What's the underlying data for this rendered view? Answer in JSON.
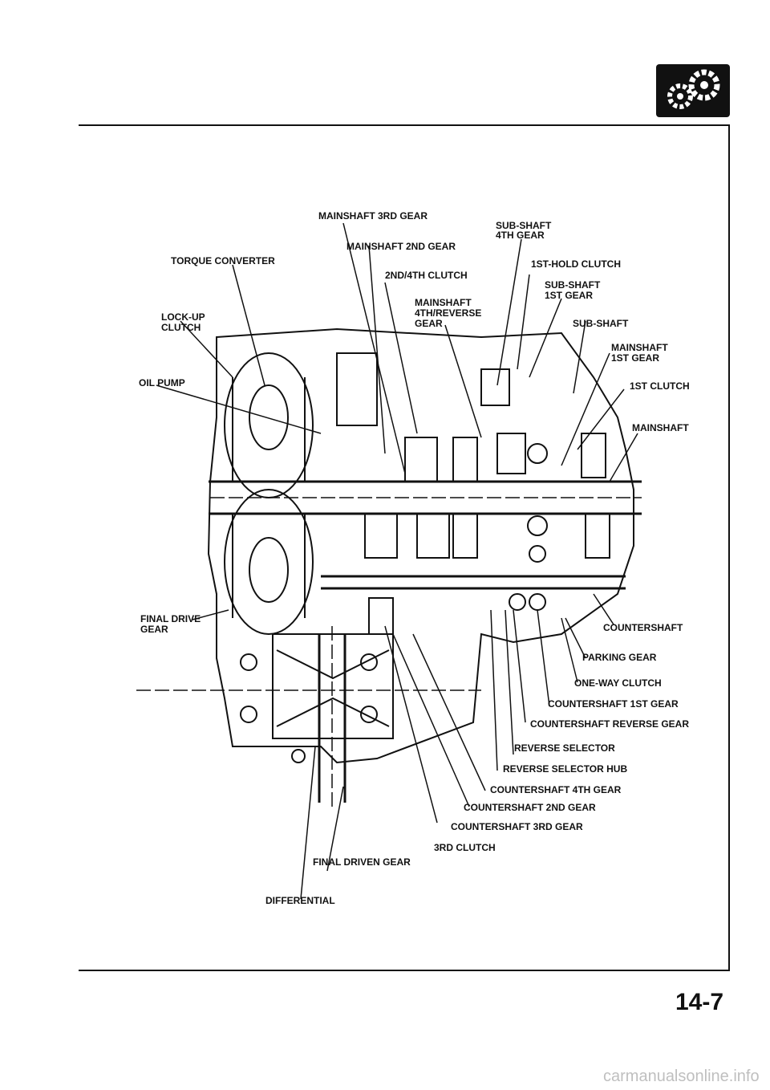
{
  "page_number": "14-7",
  "watermark": "carmanualsonline.info",
  "labels": {
    "mainshaft_3rd_gear": "MAINSHAFT 3RD GEAR",
    "sub_shaft_4th_gear_1": "SUB-SHAFT",
    "sub_shaft_4th_gear_2": "4TH GEAR",
    "mainshaft_2nd_gear": "MAINSHAFT 2ND GEAR",
    "torque_converter": "TORQUE CONVERTER",
    "clutch_2nd_4th": "2ND/4TH CLUTCH",
    "first_hold_clutch": "1ST-HOLD CLUTCH",
    "sub_shaft_1st_gear_1": "SUB-SHAFT",
    "sub_shaft_1st_gear_2": "1ST GEAR",
    "mainshaft_4th_rev_1": "MAINSHAFT",
    "mainshaft_4th_rev_2": "4TH/REVERSE",
    "mainshaft_4th_rev_3": "GEAR",
    "lock_up_clutch_1": "LOCK-UP",
    "lock_up_clutch_2": "CLUTCH",
    "sub_shaft": "SUB-SHAFT",
    "mainshaft_1st_gear_1": "MAINSHAFT",
    "mainshaft_1st_gear_2": "1ST GEAR",
    "oil_pump": "OIL PUMP",
    "first_clutch": "1ST CLUTCH",
    "mainshaft": "MAINSHAFT",
    "final_drive_gear_1": "FINAL DRIVE",
    "final_drive_gear_2": "GEAR",
    "countershaft": "COUNTERSHAFT",
    "parking_gear": "PARKING GEAR",
    "one_way_clutch": "ONE-WAY CLUTCH",
    "countershaft_1st_gear": "COUNTERSHAFT 1ST GEAR",
    "countershaft_reverse_gear": "COUNTERSHAFT REVERSE GEAR",
    "reverse_selector": "REVERSE SELECTOR",
    "reverse_selector_hub": "REVERSE SELECTOR HUB",
    "countershaft_4th_gear": "COUNTERSHAFT 4TH GEAR",
    "countershaft_2nd_gear": "COUNTERSHAFT 2ND GEAR",
    "countershaft_3rd_gear": "COUNTERSHAFT 3RD GEAR",
    "third_clutch": "3RD CLUTCH",
    "final_driven_gear": "FINAL DRIVEN GEAR",
    "differential": "DIFFERENTIAL"
  },
  "colors": {
    "ink": "#111111",
    "paper": "#ffffff",
    "watermark": "#bfbfbf"
  },
  "icon": "gears-icon"
}
